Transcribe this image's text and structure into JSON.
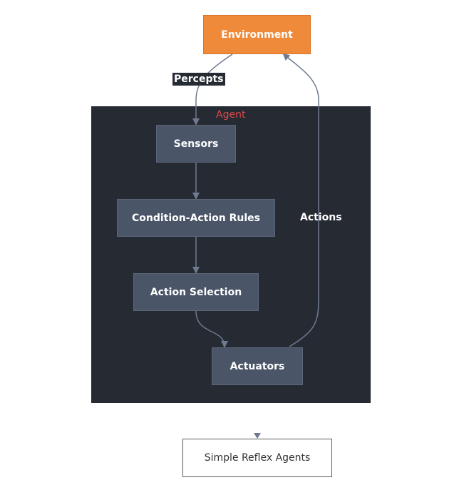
{
  "diagram": {
    "colors": {
      "environment": "#ef8a3a",
      "agent_background": "#262a33",
      "node": "#4a5567",
      "edge": "#6e7a90",
      "agent_title": "#d94b4b"
    },
    "nodes": {
      "environment": "Environment",
      "sensors": "Sensors",
      "rules": "Condition-Action Rules",
      "selection": "Action Selection",
      "actuators": "Actuators",
      "caption": "Simple Reflex Agents"
    },
    "container": {
      "title": "Agent"
    },
    "edges": {
      "percepts": "Percepts",
      "actions": "Actions"
    }
  }
}
